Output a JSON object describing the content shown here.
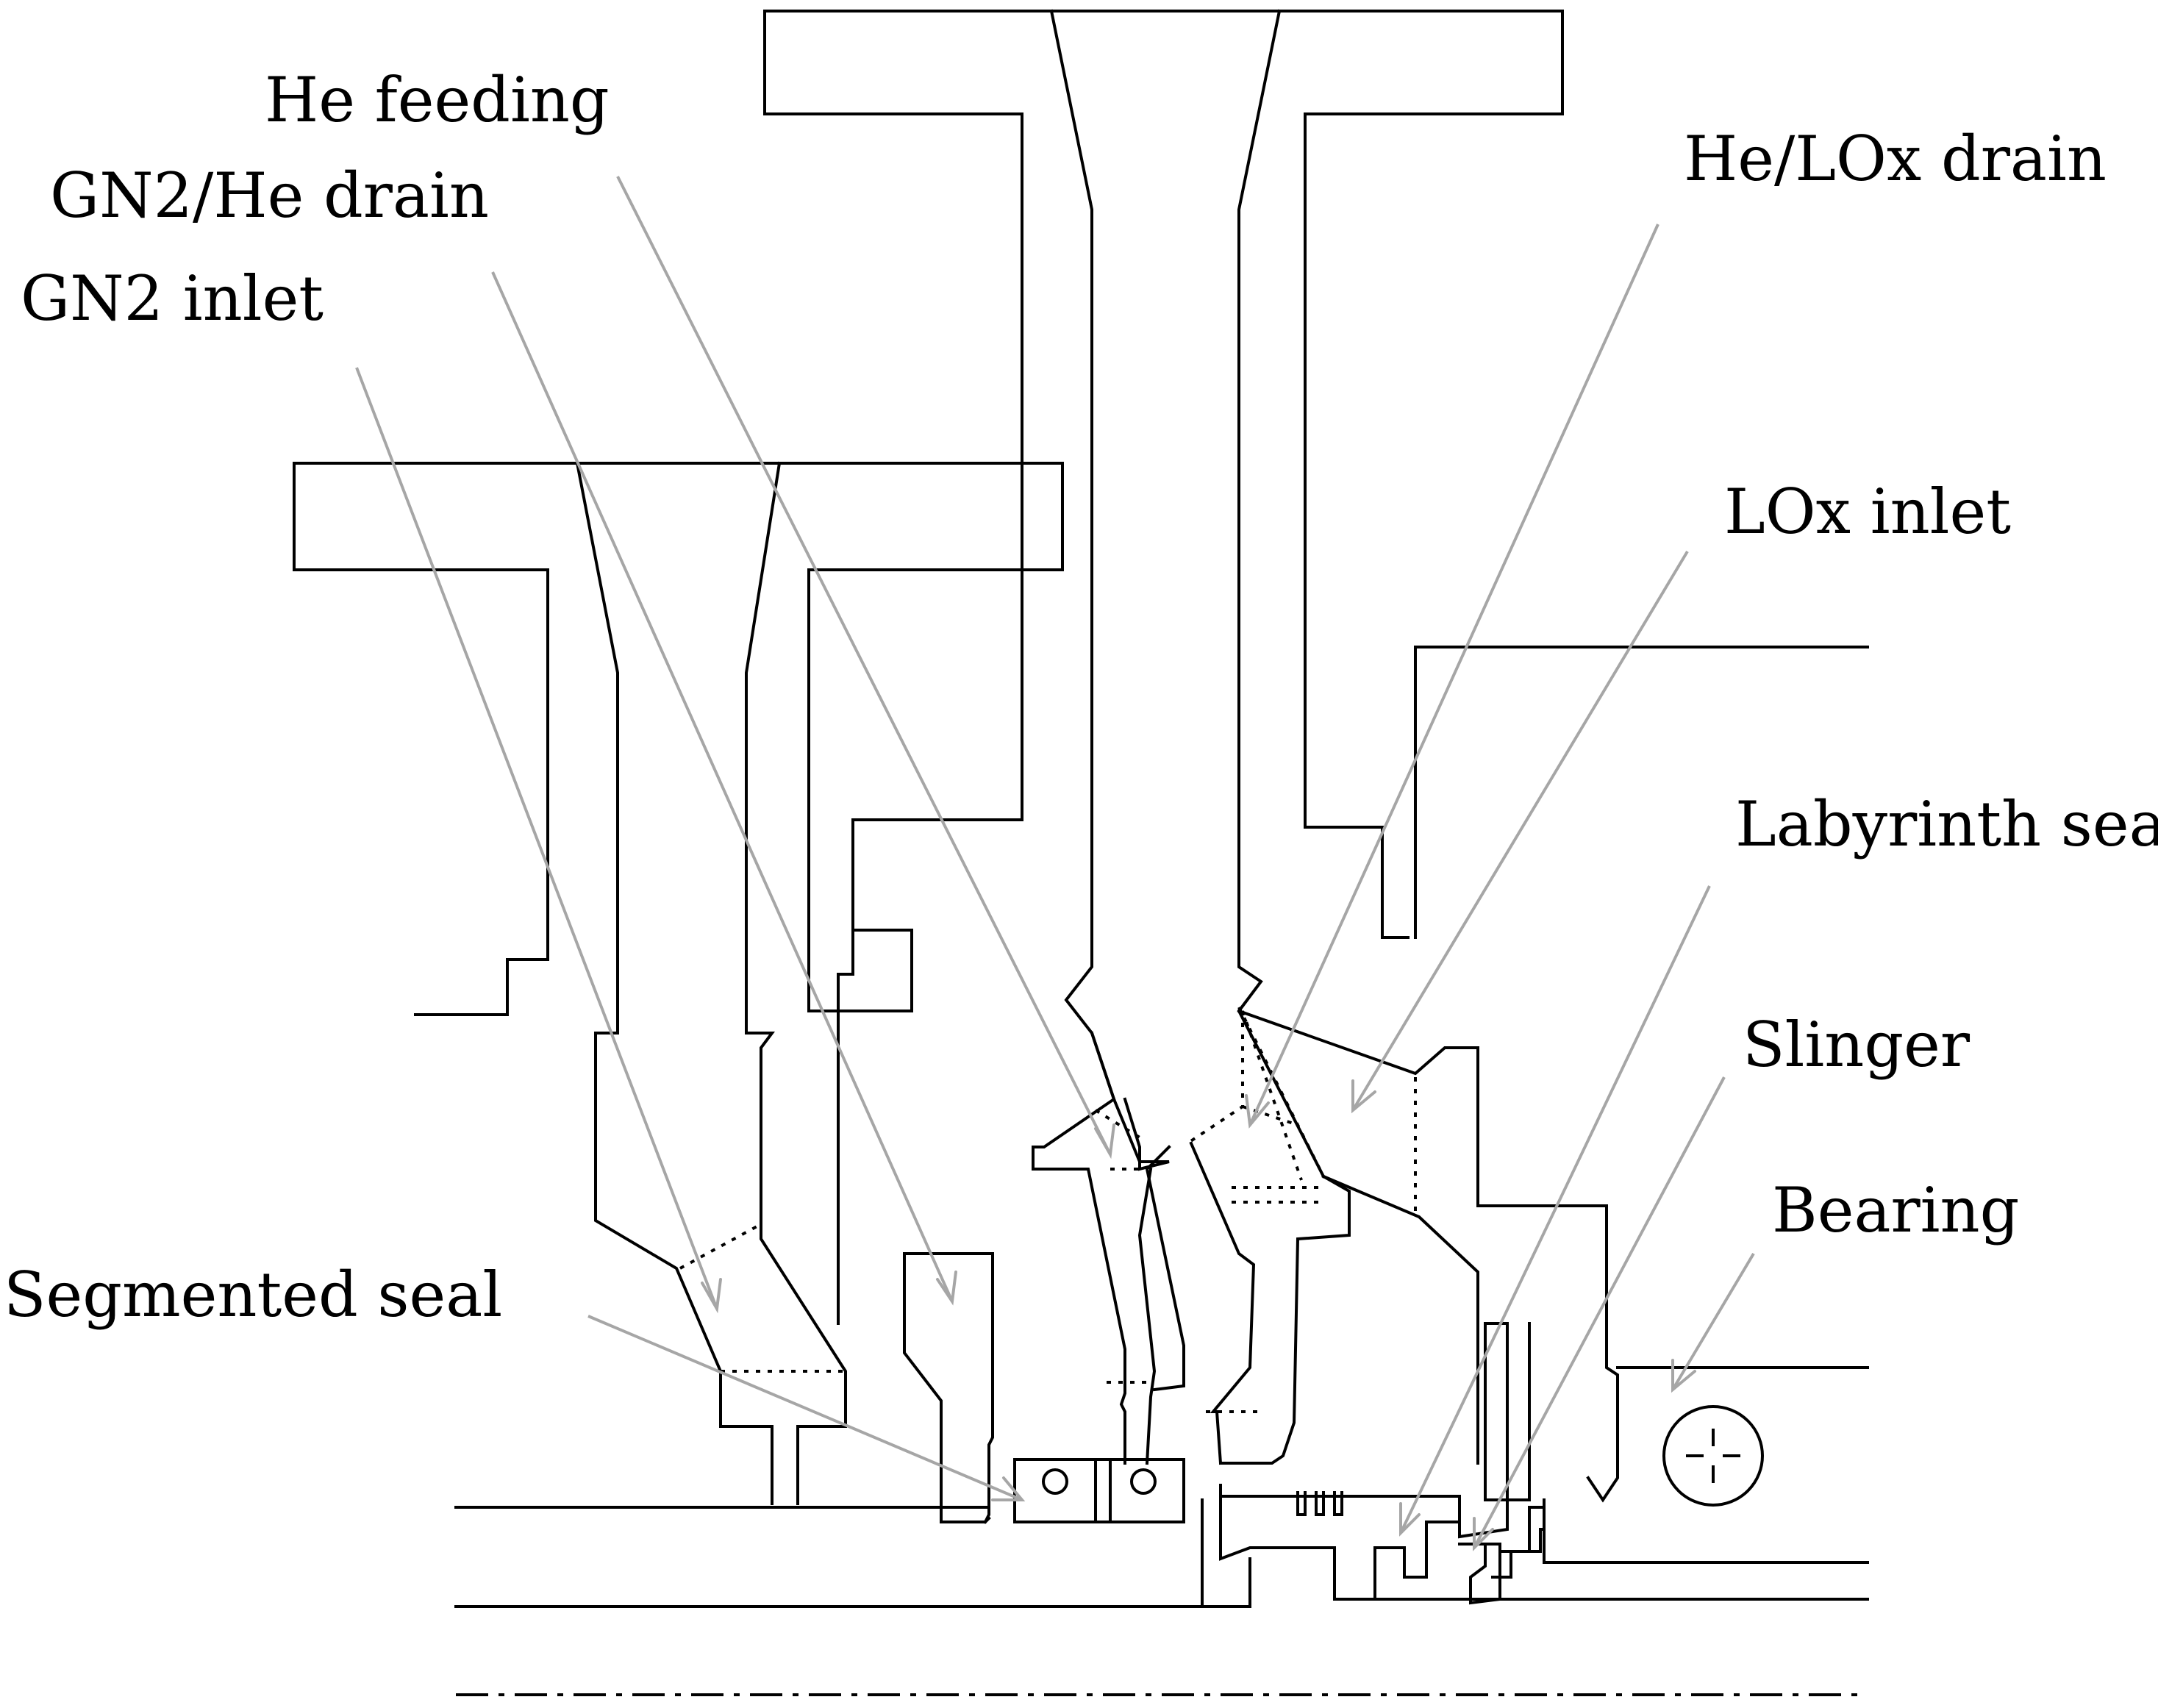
{
  "labels": {
    "he_feeding": "He feeding",
    "gn2_he_drain": "GN2/He drain",
    "gn2_inlet": "GN2 inlet",
    "he_lox_drain": "He/LOx drain",
    "lox_inlet": "LOx inlet",
    "labyrinth_seal": "Labyrinth seal",
    "slinger": "Slinger",
    "bearing": "Bearing",
    "segmented_seal": "Segmented seal"
  },
  "colors": {
    "line": "#000000",
    "leader": "#a6a6a6",
    "background": "#ffffff"
  }
}
